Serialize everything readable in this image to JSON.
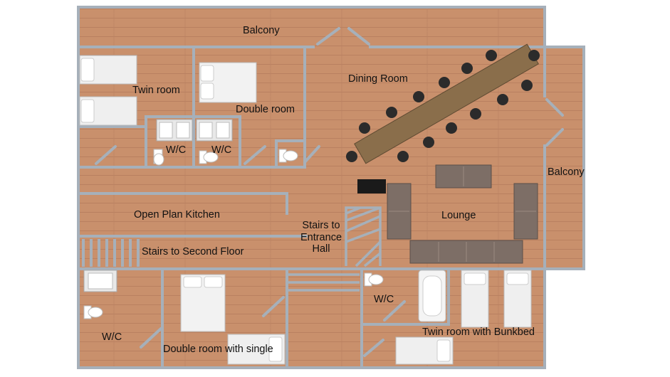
{
  "rooms": {
    "balcony_top": "Balcony",
    "twin_room": "Twin room",
    "double_room": "Double room",
    "wc_1": "W/C",
    "wc_2": "W/C",
    "dining_room": "Dining Room",
    "balcony_right": "Balcony",
    "open_plan_kitchen": "Open Plan Kitchen",
    "stairs_second_floor": "Stairs to Second Floor",
    "stairs_entrance_line1": "Stairs to",
    "stairs_entrance_line2": "Entrance",
    "stairs_entrance_line3": "Hall",
    "lounge": "Lounge",
    "wc_3": "W/C",
    "wc_4": "W/C",
    "double_room_single": "Double room with single",
    "twin_room_bunkbed": "Twin room with Bunkbed"
  },
  "colors": {
    "floor": "#c9906c",
    "floor_plank": "#b98060",
    "wall": "#a6b0ba",
    "bed": "#efefef",
    "sofa": "#7d6e66",
    "table": "#8a6e4b",
    "chair": "#2b2b2b",
    "fixture": "#f4f4f4"
  },
  "icons": {
    "bed": "bed-icon",
    "toilet": "toilet-icon",
    "sofa": "sofa-icon",
    "chair": "chair-icon",
    "bath": "bath-icon",
    "sink": "sink-icon",
    "tv": "tv-icon"
  }
}
